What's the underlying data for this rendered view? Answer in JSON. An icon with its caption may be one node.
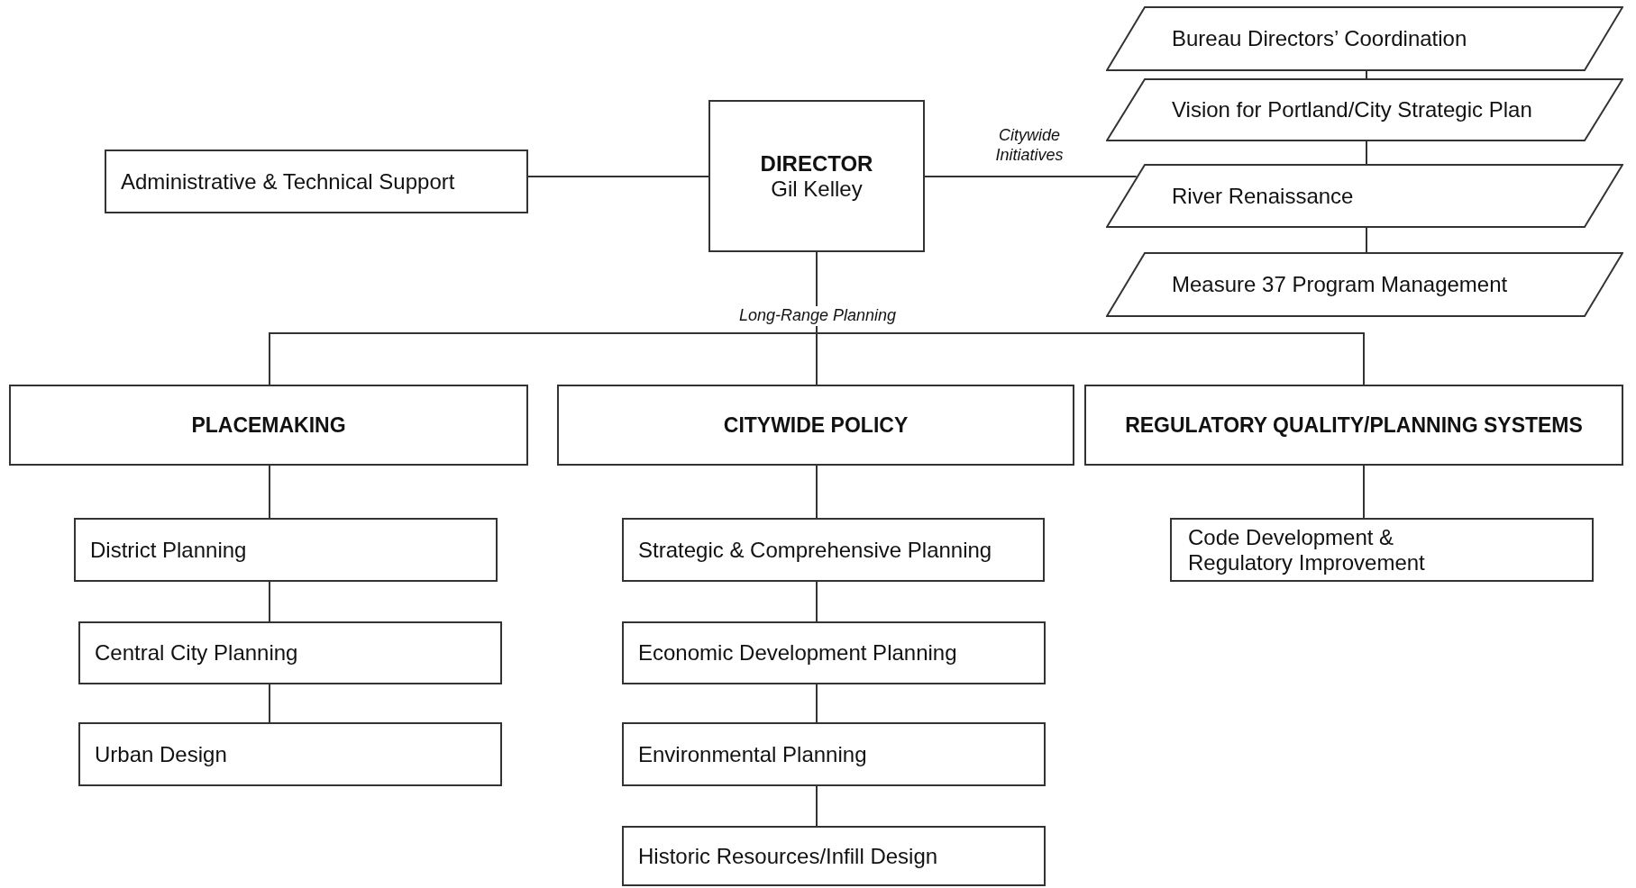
{
  "diagram": {
    "nodes": [
      {
        "text": [
          "DIRECTOR",
          "Gil Kelley"
        ]
      },
      {
        "text": [
          "Administrative & Technical Support"
        ]
      },
      {
        "text": [
          "Bureau Directors’ Coordination"
        ]
      },
      {
        "text": [
          "Vision for Portland/City Strategic Plan"
        ]
      },
      {
        "text": [
          "River Renaissance"
        ]
      },
      {
        "text": [
          "Measure 37 Program Management"
        ]
      },
      {
        "text": [
          "PLACEMAKING"
        ]
      },
      {
        "text": [
          "CITYWIDE POLICY"
        ]
      },
      {
        "text": [
          "REGULATORY QUALITY/PLANNING SYSTEMS"
        ]
      },
      {
        "text": [
          "District Planning"
        ]
      },
      {
        "text": [
          "Central City Planning"
        ]
      },
      {
        "text": [
          "Urban Design"
        ]
      },
      {
        "text": [
          "Strategic & Comprehensive Planning"
        ]
      },
      {
        "text": [
          "Economic Development Planning"
        ]
      },
      {
        "text": [
          "Environmental Planning"
        ]
      },
      {
        "text": [
          "Historic Resources/Infill Design"
        ]
      },
      {
        "text": [
          "Code Development & Regulatory Improvement"
        ]
      }
    ],
    "edges": [
      {
        "from": 0,
        "to": 1,
        "arrow": "none"
      },
      {
        "from": 0,
        "to": 4,
        "arrow": "none",
        "label": "Citywide Initiatives"
      },
      {
        "from": 2,
        "to": 3,
        "arrow": "none"
      },
      {
        "from": 3,
        "to": 4,
        "arrow": "none"
      },
      {
        "from": 4,
        "to": 5,
        "arrow": "none"
      },
      {
        "from": 0,
        "to": 6,
        "arrow": "none"
      },
      {
        "from": 0,
        "to": 7,
        "arrow": "none",
        "label": "Long-Range Planning"
      },
      {
        "from": 0,
        "to": 8,
        "arrow": "none"
      },
      {
        "from": 6,
        "to": 9,
        "arrow": "none"
      },
      {
        "from": 9,
        "to": 10,
        "arrow": "none"
      },
      {
        "from": 10,
        "to": 11,
        "arrow": "none"
      },
      {
        "from": 7,
        "to": 12,
        "arrow": "none"
      },
      {
        "from": 12,
        "to": 13,
        "arrow": "none"
      },
      {
        "from": 13,
        "to": 14,
        "arrow": "none"
      },
      {
        "from": 14,
        "to": 15,
        "arrow": "none"
      },
      {
        "from": 8,
        "to": 16,
        "arrow": "none"
      }
    ]
  }
}
